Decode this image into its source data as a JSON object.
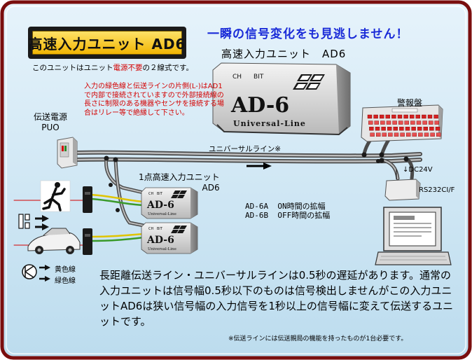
{
  "title_badge": "高速入力ユニット AD6",
  "catchphrase": "一瞬の信号変化をも見逃しません！",
  "subtitle": {
    "pre": "このユニットはユニット",
    "highlight": "電源不要",
    "post": "の２線式です。"
  },
  "product_title": "高速入力ユニット　AD6",
  "note_red": "入力の緑色線と伝送ラインの片側(L-)はAD1で内部で接続されていますので外部接続線の長さに制限のある機器やセンサを接続する場合はリレー等で絶縁して下さい。",
  "power_supply": {
    "label": "伝送電源",
    "model": "PUO"
  },
  "alarm_panel": {
    "label": "警報盤"
  },
  "transmission_line": {
    "label": "ユニバーサルライン※"
  },
  "unit_single": {
    "label": "1点高速入力ユニット",
    "model": "AD6"
  },
  "device": {
    "ch_label": "CH",
    "bit_label": "BIT",
    "model": "AD-6",
    "brand": "Universal-Line"
  },
  "computer": {
    "dc_label": "DC24V",
    "rs_label": "RS232CI/F"
  },
  "variants": [
    {
      "model": "AD-6A",
      "desc": "ON時間の拡幅"
    },
    {
      "model": "AD-6B",
      "desc": "OFF時間の拡幅"
    }
  ],
  "legend": {
    "yellow": "黄色線",
    "green": "緑色線"
  },
  "description": "長距離伝送ライン・ユニバーサルラインは0.5秒の遅延があります。通常の入力ユニットは信号幅0.5秒以下のものは信号検出しませんがこの入力ユニットAD6は狭い信号幅の入力信号を1秒以上の信号幅に変えて伝送するユニットです。",
  "footnote": "※伝送ラインには伝送親局の機能を持ったものが1台必要です。",
  "colors": {
    "frame_border": "#7a0e0e",
    "frame_bg": "#cfe6f3",
    "badge_gold": "#f0b400",
    "catch_blue": "#1a2bd8",
    "note_red": "#d40000",
    "wire_gray": "#8a8a8a",
    "yellow_wire": "#e0c400",
    "green_wire": "#3a9a2a"
  }
}
